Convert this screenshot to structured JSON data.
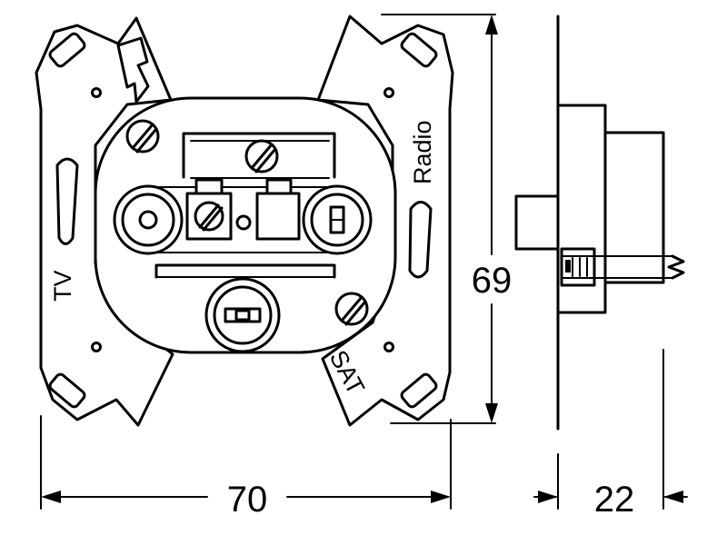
{
  "labels": {
    "tv": "TV",
    "radio": "Radio",
    "sat": "SAT"
  },
  "dimensions": {
    "width": "70",
    "height": "69",
    "depth": "22"
  },
  "colors": {
    "line": "#000000",
    "background": "#ffffff"
  }
}
